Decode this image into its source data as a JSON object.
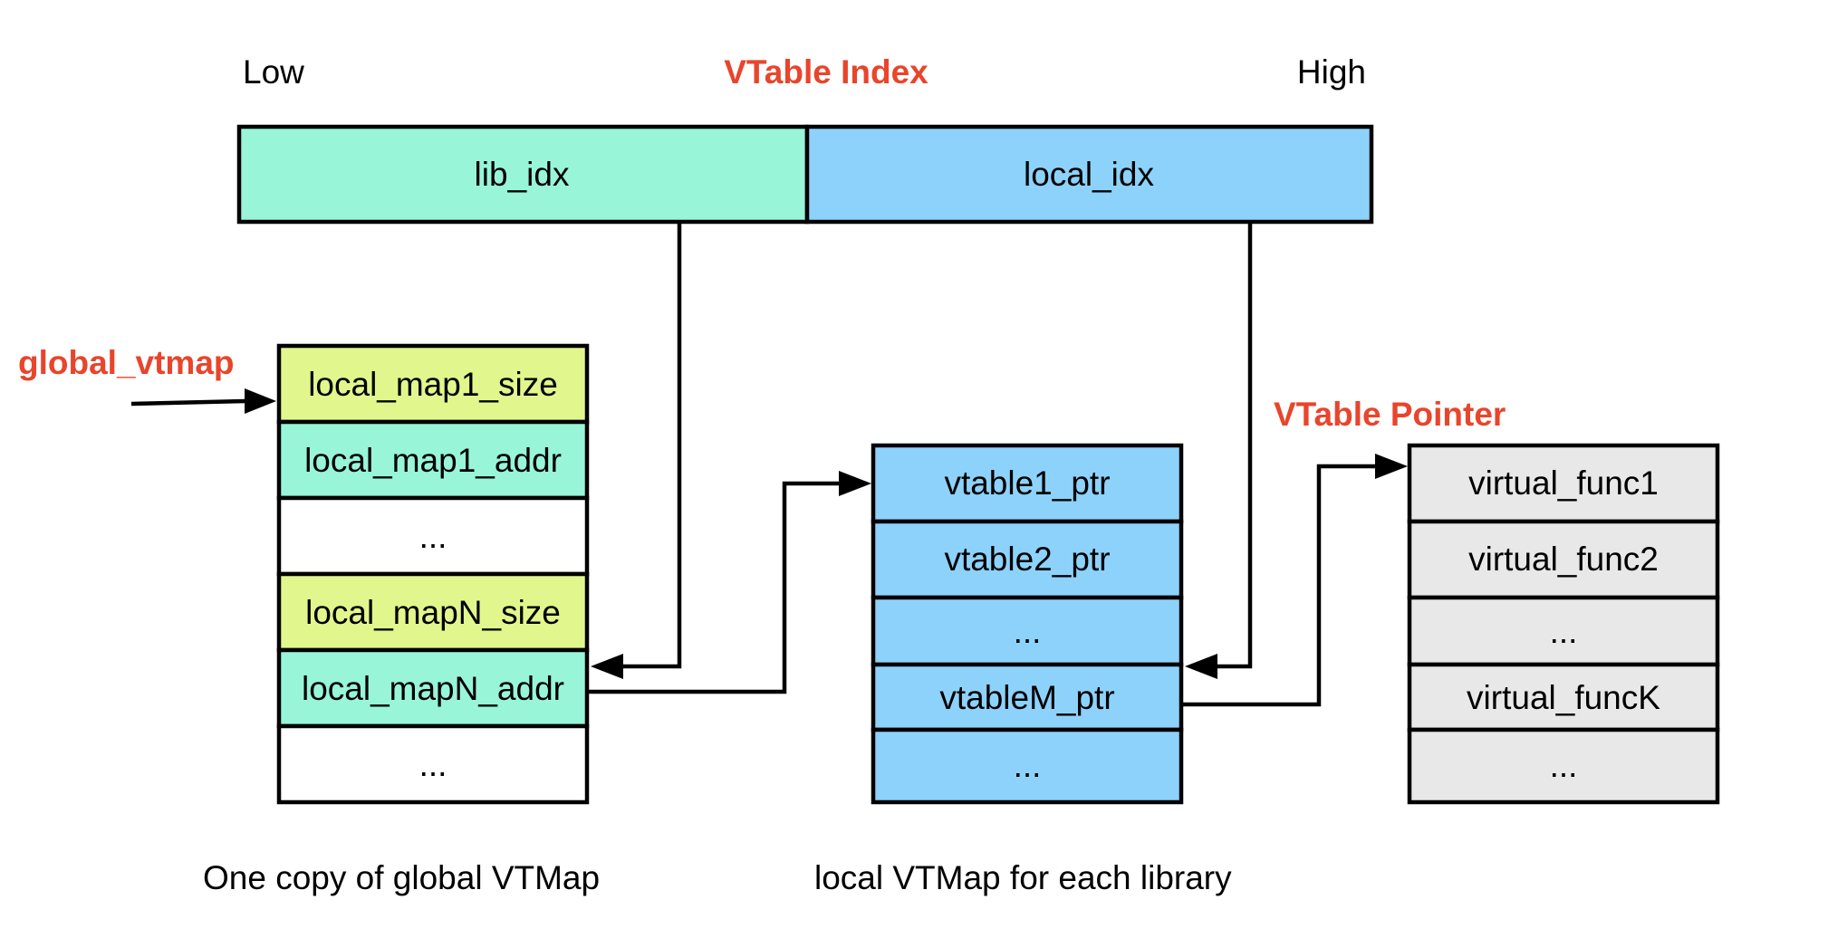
{
  "index_bar": {
    "title": "VTable Index",
    "low_label": "Low",
    "high_label": "High",
    "fields": [
      "lib_idx",
      "local_idx"
    ]
  },
  "global_vtmap": {
    "pointer_label": "global_vtmap",
    "rows": [
      "local_map1_size",
      "local_map1_addr",
      "...",
      "local_mapN_size",
      "local_mapN_addr",
      "..."
    ],
    "caption": "One copy of global VTMap"
  },
  "local_vtmap": {
    "rows": [
      "vtable1_ptr",
      "vtable2_ptr",
      "...",
      "vtableM_ptr",
      "..."
    ],
    "caption": "local VTMap for each library"
  },
  "vtable": {
    "pointer_label": "VTable Pointer",
    "rows": [
      "virtual_func1",
      "virtual_func2",
      "...",
      "virtual_funcK",
      "..."
    ]
  },
  "colors": {
    "accent_red": "#e8452c",
    "mint": "#98f5d8",
    "sky_blue": "#8dd2fb",
    "lime": "#e1f78d",
    "light_gray": "#e8e8e8",
    "white": "#ffffff"
  }
}
